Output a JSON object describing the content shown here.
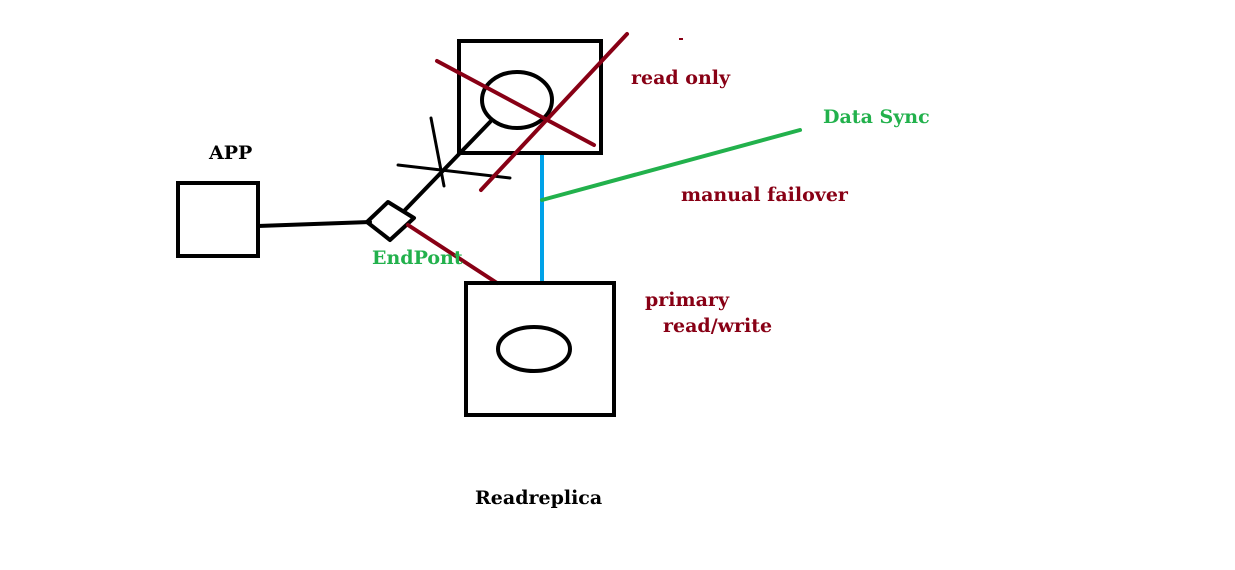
{
  "labels": {
    "app": "APP",
    "read_only": "read only",
    "data_sync": "Data Sync",
    "manual_failover": "manual failover",
    "endpoint": "EndPont",
    "primary": "primary",
    "read_write": "read/write",
    "readreplica": "Readreplica"
  },
  "colors": {
    "ink": "#000000",
    "maroon": "#880015",
    "green": "#22b14c",
    "blue": "#00a2e8"
  }
}
